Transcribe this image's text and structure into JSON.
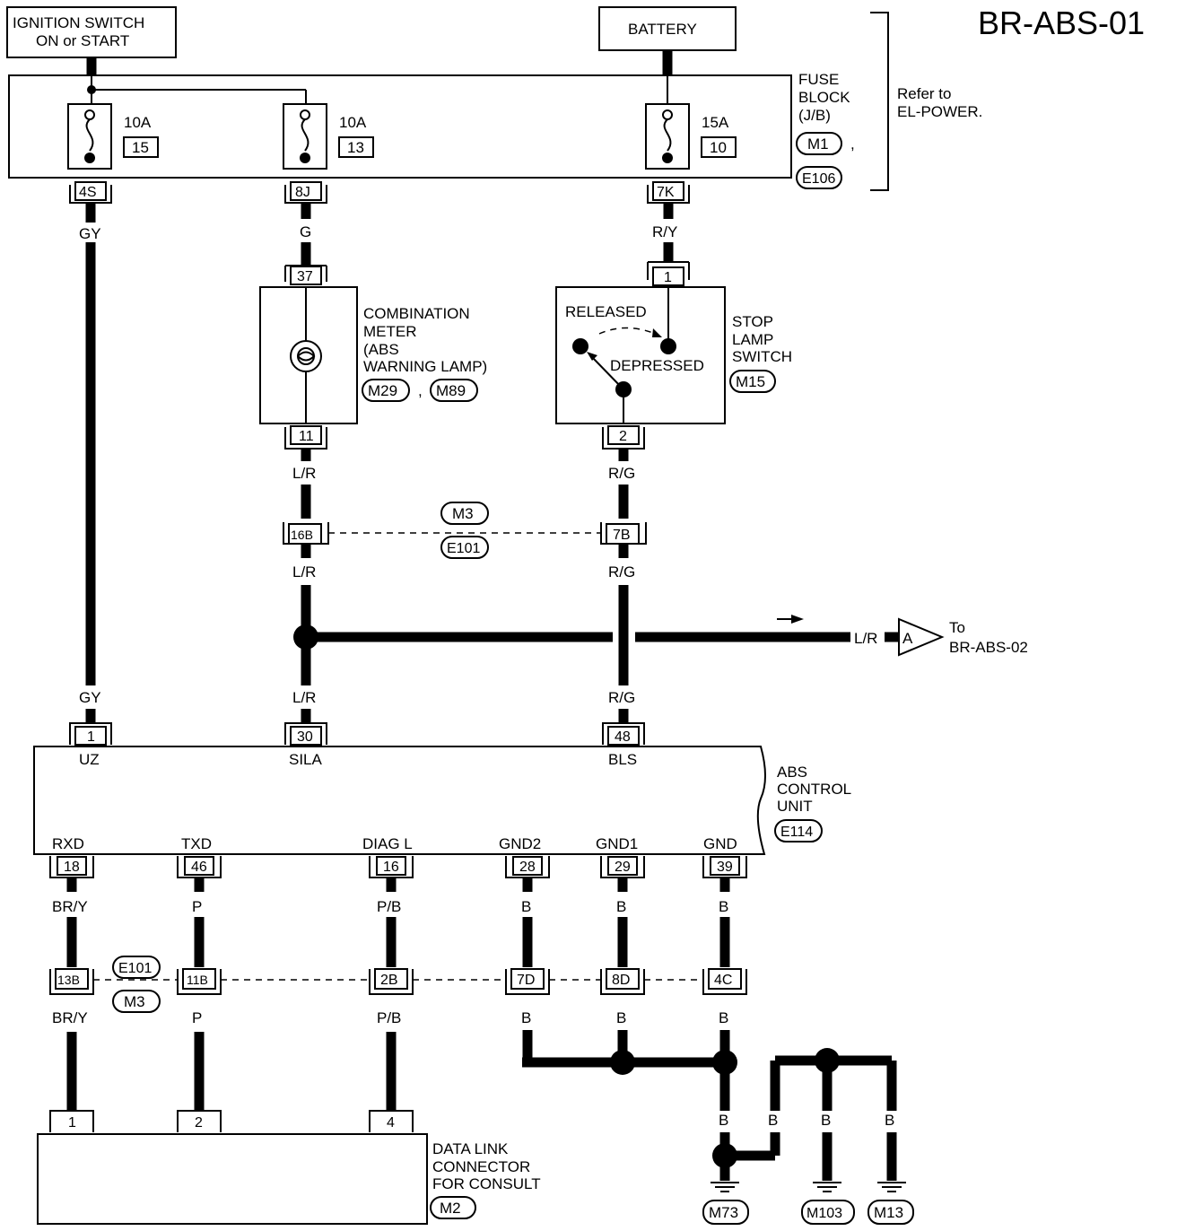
{
  "diagram_id": "BR-ABS-01",
  "supplies": {
    "ignition": [
      "IGNITION SWITCH",
      "ON or START"
    ],
    "battery": "BATTERY"
  },
  "fuse_block": {
    "name": [
      "FUSE",
      "BLOCK",
      "(J/B)"
    ],
    "conn_a": "M1",
    "conn_b": "E106",
    "sep": ",",
    "refer": [
      "Refer to",
      "EL-POWER."
    ],
    "fuses": [
      {
        "amp": "10A",
        "num": "15",
        "out_pin": "4S",
        "wire": "GY"
      },
      {
        "amp": "10A",
        "num": "13",
        "out_pin": "8J",
        "wire": "G"
      },
      {
        "amp": "15A",
        "num": "10",
        "out_pin": "7K",
        "wire": "R/Y"
      }
    ]
  },
  "combination_meter": {
    "name": [
      "COMBINATION",
      "METER",
      "(ABS",
      "WARNING LAMP)"
    ],
    "conn_a": "M29",
    "conn_b": "M89",
    "sep": ",",
    "pin_in": "37",
    "pin_out": "11",
    "wire_out": "L/R"
  },
  "stop_lamp_switch": {
    "name": [
      "STOP",
      "LAMP",
      "SWITCH"
    ],
    "conn": "M15",
    "released": "RELEASED",
    "depressed": "DEPRESSED",
    "pin_in": "1",
    "pin_out": "2",
    "wire_out": "R/G"
  },
  "mid_joint": {
    "conn_a": "M3",
    "conn_b": "E101",
    "pin_left": "16B",
    "pin_right": "7B",
    "wire_left": "L/R",
    "wire_right": "R/G"
  },
  "to_other": {
    "wire": "L/R",
    "letter": "A",
    "to": [
      "To",
      "BR-ABS-02"
    ]
  },
  "abs_unit": {
    "name": [
      "ABS",
      "CONTROL",
      "UNIT"
    ],
    "conn": "E114",
    "top_pins": [
      {
        "pin": "1",
        "sig": "UZ",
        "wire": "GY"
      },
      {
        "pin": "30",
        "sig": "SILA",
        "wire": "L/R"
      },
      {
        "pin": "48",
        "sig": "BLS",
        "wire": "R/G"
      }
    ],
    "bottom_pins": [
      {
        "sig": "RXD",
        "pin": "18",
        "wire": "BR/Y",
        "joint": "13B"
      },
      {
        "sig": "TXD",
        "pin": "46",
        "wire": "P",
        "joint": "11B"
      },
      {
        "sig": "DIAG L",
        "pin": "16",
        "wire": "P/B",
        "joint": "2B"
      },
      {
        "sig": "GND2",
        "pin": "28",
        "wire": "B",
        "joint": "7D"
      },
      {
        "sig": "GND1",
        "pin": "29",
        "wire": "B",
        "joint": "8D"
      },
      {
        "sig": "GND",
        "pin": "39",
        "wire": "B",
        "joint": "4C"
      }
    ]
  },
  "low_joint": {
    "conn_a": "E101",
    "conn_b": "M3"
  },
  "data_link": {
    "name": [
      "DATA LINK",
      "CONNECTOR",
      "FOR CONSULT"
    ],
    "conn": "M2",
    "pins": [
      "1",
      "2",
      "4"
    ]
  },
  "grounds": {
    "wire": "B",
    "points": [
      "M73",
      "M103",
      "M13"
    ]
  }
}
